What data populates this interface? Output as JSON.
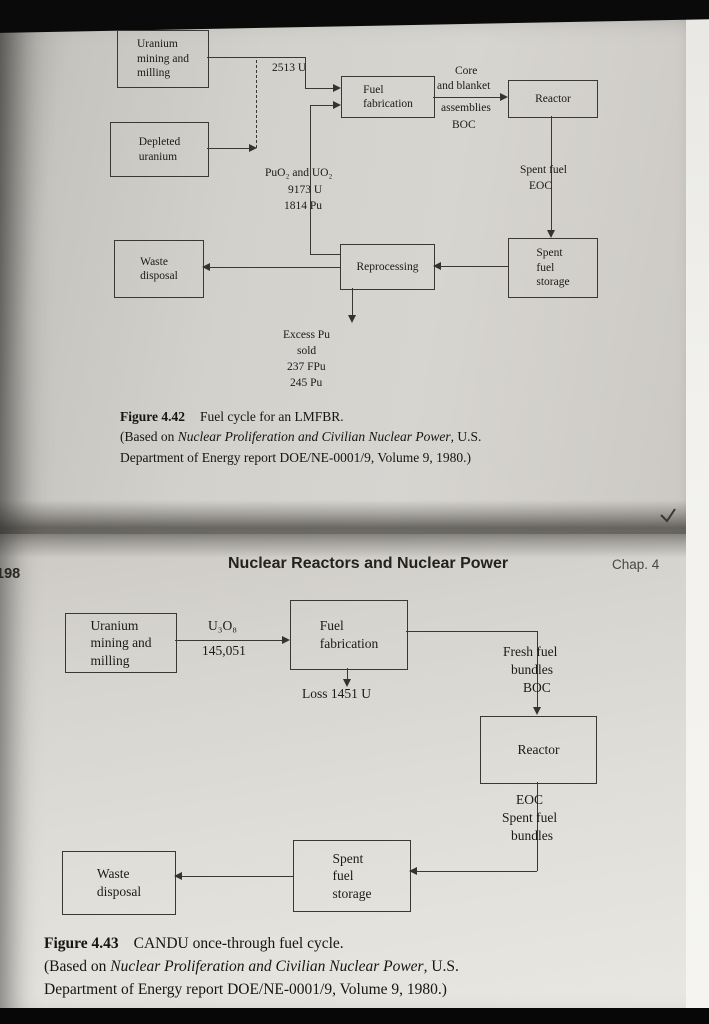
{
  "header": {
    "page_number": "198",
    "running_title": "Nuclear Reactors and Nuclear Power",
    "chapter": "Chap. 4"
  },
  "fig42": {
    "boxes": {
      "mining": "Uranium\nmining and\nmilling",
      "depleted": "Depleted\nuranium",
      "fuel_fabrication": "Fuel\nfabrication",
      "reactor": "Reactor",
      "reprocessing": "Reprocessing",
      "spent_fuel_storage": "Spent\nfuel\nstorage",
      "waste_disposal": "Waste\ndisposal"
    },
    "labels": {
      "u_2513": "2513 U",
      "core": "Core",
      "and_blanket": "and blanket",
      "assemblies": "assemblies",
      "boc": "BOC",
      "puo2_uo2": "PuO₂ and UO₂",
      "u_9173": "9173 U",
      "pu_1814": "1814 Pu",
      "spent_fuel": "Spent fuel",
      "eoc": "EOC",
      "excess_pu": "Excess Pu",
      "sold": "sold",
      "fpu_237": "237 FPu",
      "pu_245": "245 Pu"
    },
    "caption": {
      "fig": "Figure 4.42",
      "title": "Fuel cycle for an LMFBR.",
      "based_pre": "(Based on ",
      "source_italic": "Nuclear Proliferation and Civilian Nuclear Power",
      "based_post": ", U.S.",
      "line3": "Department of Energy report DOE/NE-0001/9, Volume 9, 1980.)"
    }
  },
  "fig43": {
    "boxes": {
      "mining": "Uranium\nmining and\nmilling",
      "fuel_fabrication": "Fuel\nfabrication",
      "reactor": "Reactor",
      "spent_fuel_storage": "Spent\nfuel\nstorage",
      "waste_disposal": "Waste\ndisposal"
    },
    "labels": {
      "u3o8": "U₃O₈",
      "u3o8_amount": "145,051",
      "loss": "Loss 1451 U",
      "fresh_fuel": "Fresh fuel",
      "fresh_bundles": "bundles",
      "boc": "BOC",
      "eoc": "EOC",
      "spent_fuel": "Spent fuel",
      "spent_bundles": "bundles"
    },
    "caption": {
      "fig": "Figure 4.43",
      "title": "CANDU once-through fuel cycle.",
      "based_pre": "(Based on ",
      "source_italic": "Nuclear Proliferation and Civilian Nuclear Power",
      "based_post": ", U.S.",
      "line3": "Department of Energy report DOE/NE-0001/9, Volume 9, 1980.)"
    }
  }
}
